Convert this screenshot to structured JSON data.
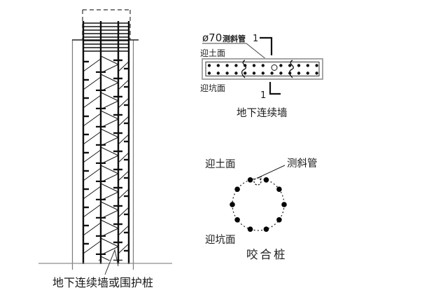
{
  "figure": {
    "background": "#ffffff",
    "line_color": "#1a1a1a",
    "gray_line_color": "#999999"
  },
  "left_figure": {
    "caption": "地下连续墙或围护桩"
  },
  "wall_section": {
    "pipe_diameter": "ø70",
    "pipe_name": "测斜管",
    "section_mark_top": "1",
    "section_mark_bottom": "1",
    "soil_side_label": "迎土面",
    "pit_side_label": "迎坑面",
    "caption": "地下连续墙"
  },
  "secant_pile": {
    "soil_side_label": "迎土面",
    "pipe_label": "测斜管",
    "pit_side_label": "迎坑面",
    "caption": "咬合桩"
  }
}
